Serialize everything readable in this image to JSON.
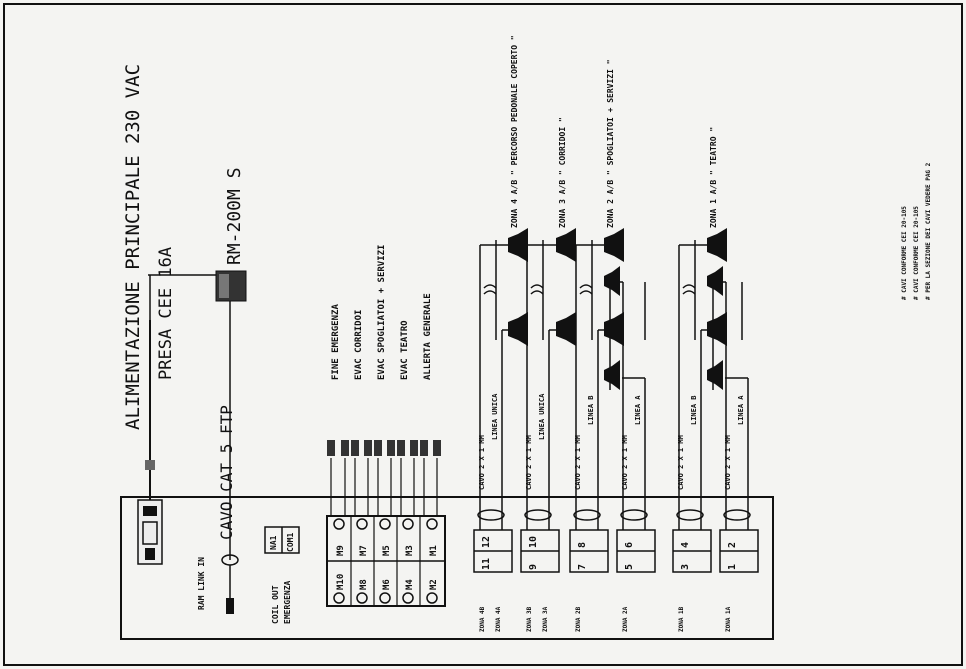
{
  "diagram": {
    "main_supply": "ALIMENTAZIONE PRINCIPALE  230 VAC",
    "socket": "PRESA CEE 16A",
    "cable_label": "CAVO CAT 5 FTP",
    "remote_mic": "RM-200M S",
    "ram_label": "RAM LINK IN",
    "coil_label_1": "COIL OUT",
    "coil_label_2": "EMERGENZA",
    "coil_terminals": [
      "NA1",
      "COM1"
    ],
    "messages": [
      "FINE EMERGENZA",
      "EVAC CORRIDOI",
      "EVAC SPOGLIATOI + SERVIZI",
      "EVAC TEATRO",
      "ALLERTA GENERALE"
    ],
    "m_terminals_top": [
      "M9",
      "M7",
      "M5",
      "M3",
      "M1"
    ],
    "m_terminals_bottom": [
      "M10",
      "M8",
      "M6",
      "M4",
      "M2"
    ],
    "zones": [
      {
        "label": "ZONA 4 A/B \" PERCORSO PEDONALE COPERTO \"",
        "terminals": [
          "12",
          "11"
        ],
        "lines": [
          "CAVO 2 X 1 MM",
          "LINEA UNICA"
        ]
      },
      {
        "label": "ZONA 3 A/B \" CORRIDOI \"",
        "terminals": [
          "10",
          "9"
        ],
        "lines": [
          "CAVO 2 X 1 MM",
          "LINEA UNICA"
        ]
      },
      {
        "label": "ZONA 2 A/B \" SPOGLIATOI + SERVIZI \"",
        "terminals": [
          "8",
          "7",
          "6",
          "5"
        ],
        "lines": [
          "CAVO 2 X 1 MM",
          "LINEA B",
          "CAVO 2 X 1 MM",
          "LINEA A"
        ]
      },
      {
        "label": "ZONA 1 A/B \" TEATRO \"",
        "terminals": [
          "4",
          "3",
          "2",
          "1"
        ],
        "lines": [
          "CAVO 2 X 1 MM",
          "LINEA B",
          "CAVO 2 X 1 MM",
          "LINEA A"
        ]
      }
    ],
    "bottom_labels": [
      "ZONA 4B",
      "ZONA 4A",
      "ZONA 3B",
      "ZONA 3A",
      "ZONA 2B",
      "ZONA 2A",
      "ZONA 1B",
      "ZONA 1A"
    ],
    "notes": [
      "# CAVI CONFORME CEI 20-105",
      "# CAVI CONFORME CEI 20-105",
      "# PER LA SEZIONE DEI CAVI VEDERE PAG 2"
    ]
  }
}
